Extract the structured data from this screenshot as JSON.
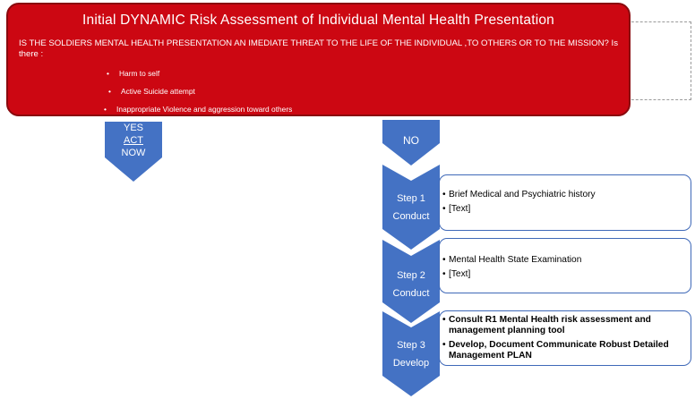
{
  "banner": {
    "title": "Initial DYNAMIC Risk Assessment of Individual Mental Health Presentation",
    "question": "IS THE SOLDIERS MENTAL HEALTH  PRESENTATION AN IMEDIATE THREAT TO THE LIFE OF THE INDIVIDUAL ,TO OTHERS OR TO THE MISSION? Is there :",
    "bullets": [
      "Harm to self",
      "Active Suicide attempt",
      "Inappropriate Violence and aggression toward others"
    ]
  },
  "yes": {
    "line1": "YES",
    "line2": "ACT",
    "line3": "NOW"
  },
  "no": {
    "label": "NO"
  },
  "steps": [
    {
      "step": "Step 1",
      "action": "Conduct",
      "items": [
        "Brief Medical and Psychiatric history",
        "[Text]"
      ]
    },
    {
      "step": "Step 2",
      "action": "Conduct",
      "items": [
        "Mental Health State Examination",
        "[Text]"
      ]
    },
    {
      "step": "Step 3",
      "action": "Develop",
      "items": [
        "Consult R1 Mental Health risk assessment and management planning tool",
        "Develop, Document Communicate Robust Detailed Management  PLAN"
      ]
    }
  ],
  "colors": {
    "banner_red": "#cc0712",
    "chevron_blue": "#4472c4",
    "box_border": "#3f69b8"
  }
}
